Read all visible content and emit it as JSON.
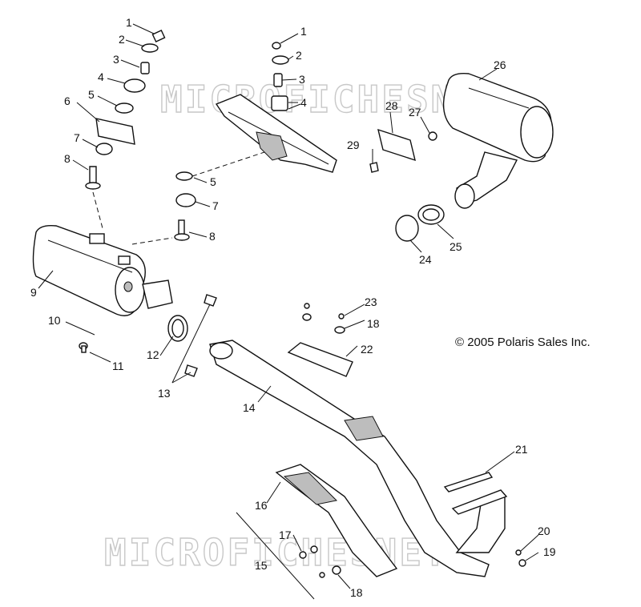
{
  "watermark": "MICROFICHESNET",
  "copyright": "© 2005 Polaris Sales Inc.",
  "callouts": {
    "c1a": "1",
    "c2a": "2",
    "c3a": "3",
    "c4a": "4",
    "c5a": "5",
    "c6": "6",
    "c7a": "7",
    "c8a": "8",
    "c1b": "1",
    "c2b": "2",
    "c3b": "3",
    "c4b": "4",
    "c5b": "5",
    "c7b": "7",
    "c8b": "8",
    "c9": "9",
    "c10": "10",
    "c11": "11",
    "c12": "12",
    "c13": "13",
    "c14": "14",
    "c15": "15",
    "c16": "16",
    "c17": "17",
    "c18a": "18",
    "c18b": "18",
    "c19": "19",
    "c20": "20",
    "c21": "21",
    "c22": "22",
    "c23": "23",
    "c24": "24",
    "c25": "25",
    "c26": "26",
    "c27": "27",
    "c28": "28",
    "c29": "29"
  }
}
